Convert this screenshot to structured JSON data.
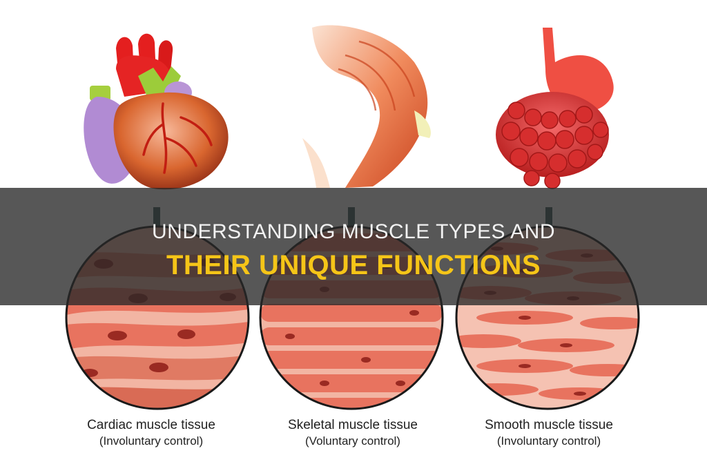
{
  "banner": {
    "line1": "UNDERSTANDING MUSCLE TYPES AND",
    "line2": "THEIR UNIQUE FUNCTIONS"
  },
  "panels": [
    {
      "id": "cardiac",
      "organ": "heart",
      "title": "Cardiac muscle tissue",
      "subtitle": "(Involuntary control)"
    },
    {
      "id": "skeletal",
      "organ": "arm",
      "title": "Skeletal muscle tissue",
      "subtitle": "(Voluntary control)"
    },
    {
      "id": "smooth",
      "organ": "stomach-intestines",
      "title": "Smooth muscle tissue",
      "subtitle": "(Involuntary control)"
    }
  ],
  "colors": {
    "banner_bg": "#282828",
    "banner_text": "#f2f2f2",
    "banner_accent": "#f5c518",
    "tissue": "#e8735f",
    "nucleus": "#9a2a22",
    "arrow": "#3c5a5a"
  }
}
